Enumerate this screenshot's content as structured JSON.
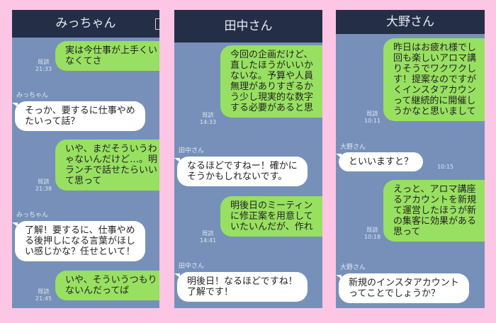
{
  "colors": {
    "background": "#fcc6e4",
    "chat_bg": "#7690ba",
    "header": "#242e47",
    "sent_bubble": "#98e061",
    "received_bubble": "#ffffff"
  },
  "read_label": "既読",
  "chats": [
    {
      "title": "みっちゃん",
      "m1": {
        "lines": [
          "実は今仕事が上手くい",
          "なくてさ"
        ],
        "time": "21:33"
      },
      "n1": "みっちゃん",
      "m2": {
        "lines": [
          "そっか、要するに仕事やめ",
          "たいって話？"
        ]
      },
      "m3": {
        "lines": [
          "いや、まだそういうわ",
          "ゃないんだけど…。明",
          "ランチで話せたらいい",
          "て思って"
        ],
        "time": "21:38"
      },
      "n2": "みっちゃん",
      "m4": {
        "lines": [
          "了解！要するに、仕事やめ",
          "る後押しになる言葉がほし",
          "い感じかな？任せといて！"
        ]
      },
      "m5": {
        "lines": [
          "いや、そういうつもり",
          "ないんだってば"
        ],
        "time": "21:45"
      }
    },
    {
      "title": "田中さん",
      "m1": {
        "lines": [
          "今回の企画だけど、",
          "直したほうがいいか",
          "ないな。予算や人員",
          "無理がありすぎるか",
          "う少し現実的な数字",
          "する必要があると思"
        ],
        "time": "14:33"
      },
      "n1": "田中さん",
      "m2": {
        "lines": [
          "なるほどですねー！確かに",
          "そうかもしれないです。"
        ]
      },
      "m3": {
        "lines": [
          "明後日のミーティン",
          "に修正案を用意して",
          "いたいんだが、作れ"
        ],
        "time": "14:41"
      },
      "n2": "田中さん",
      "m4": {
        "lines": [
          "明後日！なるほどですね！",
          "了解です！"
        ]
      }
    },
    {
      "title": "大野さん",
      "m1": {
        "lines": [
          "昨日はお疲れ様でし",
          "回も楽しいアロマ講",
          "りそうでワクワクし",
          "す！提案なのですが",
          "くインスタアカウン",
          "って継続的に開催し",
          "うかなと思いまして"
        ],
        "time": "10:11"
      },
      "n1": "大野さん",
      "m2": {
        "lines": [
          "といいますと？"
        ],
        "time": "10:15"
      },
      "m3": {
        "lines": [
          "えっと、アロマ講座",
          "るアカウントを新規",
          "て運営したほうが新",
          "の集客に効果がある",
          "思って"
        ],
        "time": "10:18"
      },
      "n2": "大野さん",
      "m4": {
        "lines": [
          "新規のインスタアカウント",
          "ってことでしょうか？"
        ]
      }
    }
  ]
}
